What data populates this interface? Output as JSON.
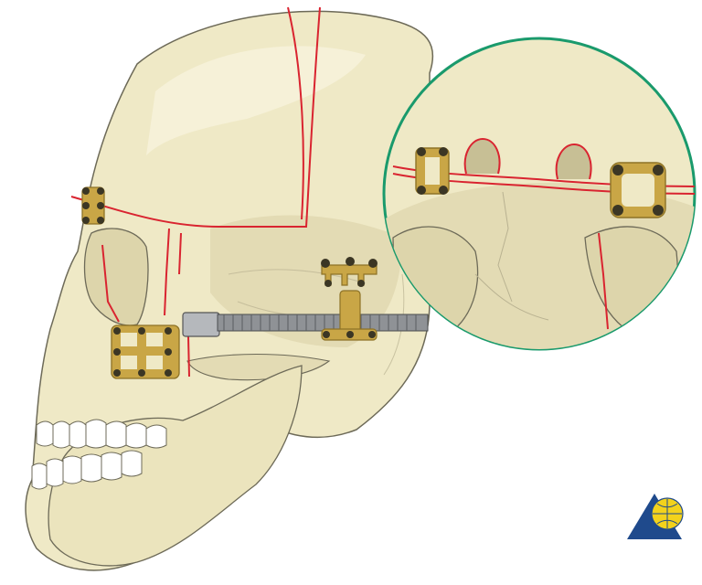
{
  "colors": {
    "bone": "#efe9c6",
    "bone_shadow": "#ddd5ab",
    "bone_outline": "#6d6a58",
    "osteotomy_line": "#d92430",
    "plate_gold": "#c9a646",
    "plate_gold_dark": "#8d7226",
    "distractor_steel": "#8f9296",
    "inset_circle": "#1a9a6c",
    "logo_blue": "#1f4a8c",
    "logo_yellow": "#f3d21c"
  },
  "figure": {
    "subject": "skull-lateral-view",
    "hardware": [
      "miniplate-frontal",
      "miniplate-zygomatic",
      "distraction-device",
      "distractor-footplate-temporal"
    ],
    "inset": "magnified-view-of-fixation-plates"
  },
  "icons": {
    "logo": "ao-foundation-logo-icon"
  }
}
